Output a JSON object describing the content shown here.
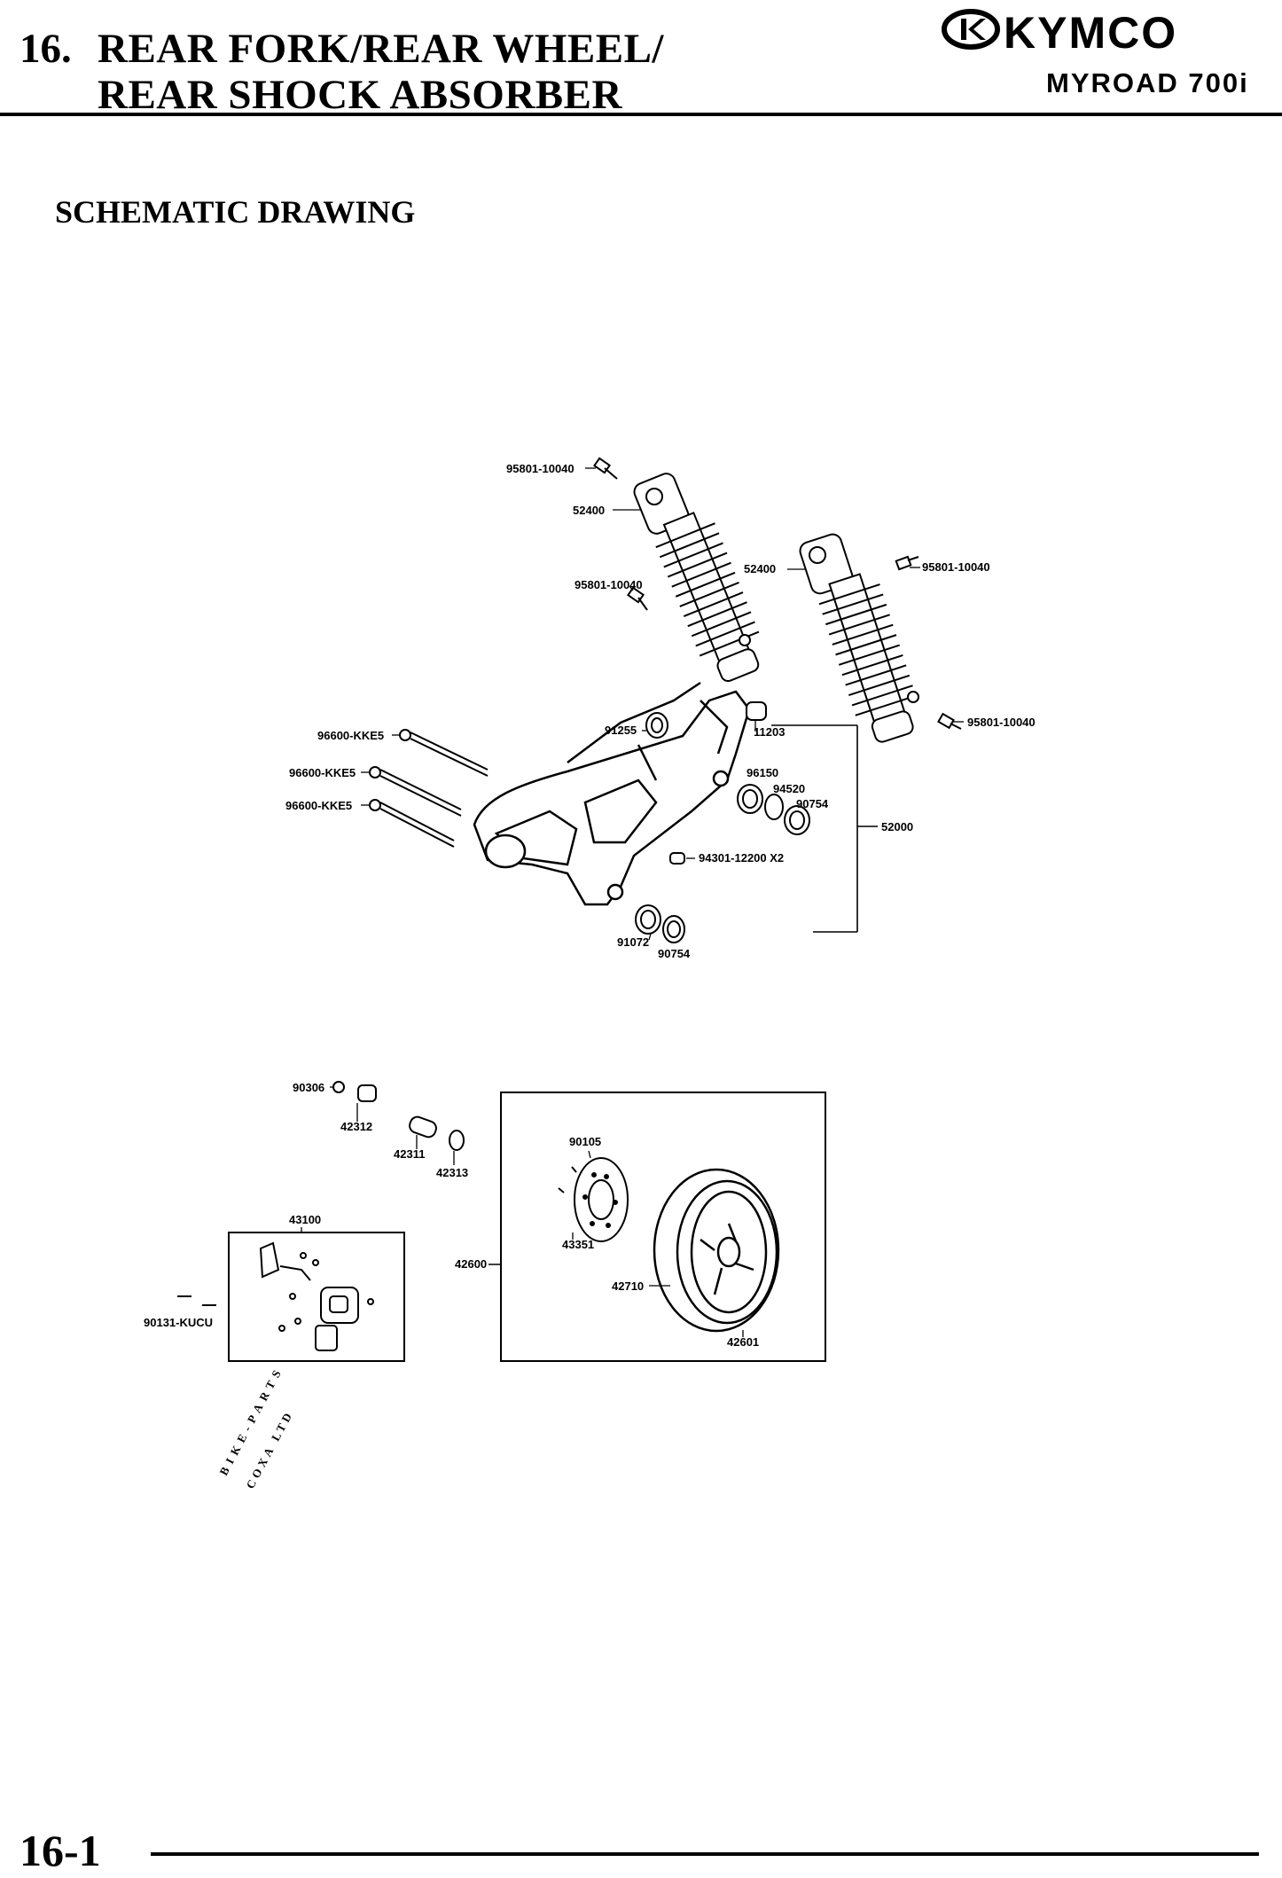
{
  "header": {
    "section_number": "16.",
    "title_line1": "REAR FORK/REAR WHEEL/",
    "title_line2": "REAR SHOCK ABSORBER",
    "brand": "KYMCO",
    "model": "MYROAD 700i"
  },
  "section_heading": "SCHEMATIC DRAWING",
  "watermark": {
    "main": "BIKE-PARTS",
    "sub": "COXA LTD"
  },
  "parts": {
    "p1": "95801-10040",
    "p2": "52400",
    "p3": "52400",
    "p4": "95801-10040",
    "p5": "95801-10040",
    "p6": "95801-10040",
    "p7": "96600-KKE5",
    "p8": "96600-KKE5",
    "p9": "96600-KKE5",
    "p10": "91255",
    "p11": "11203",
    "p12": "96150",
    "p13": "94520",
    "p14": "90754",
    "p15": "52000",
    "p16": "94301-12200 X2",
    "p17": "91072",
    "p18": "90754",
    "p19": "90306",
    "p20": "42312",
    "p21": "42311",
    "p22": "42313",
    "p23": "90105",
    "p24": "43100",
    "p25": "43351",
    "p26": "42600",
    "p27": "42710",
    "p28": "90131-KUCU",
    "p29": "42601"
  },
  "footer": {
    "page_number": "16-1"
  }
}
